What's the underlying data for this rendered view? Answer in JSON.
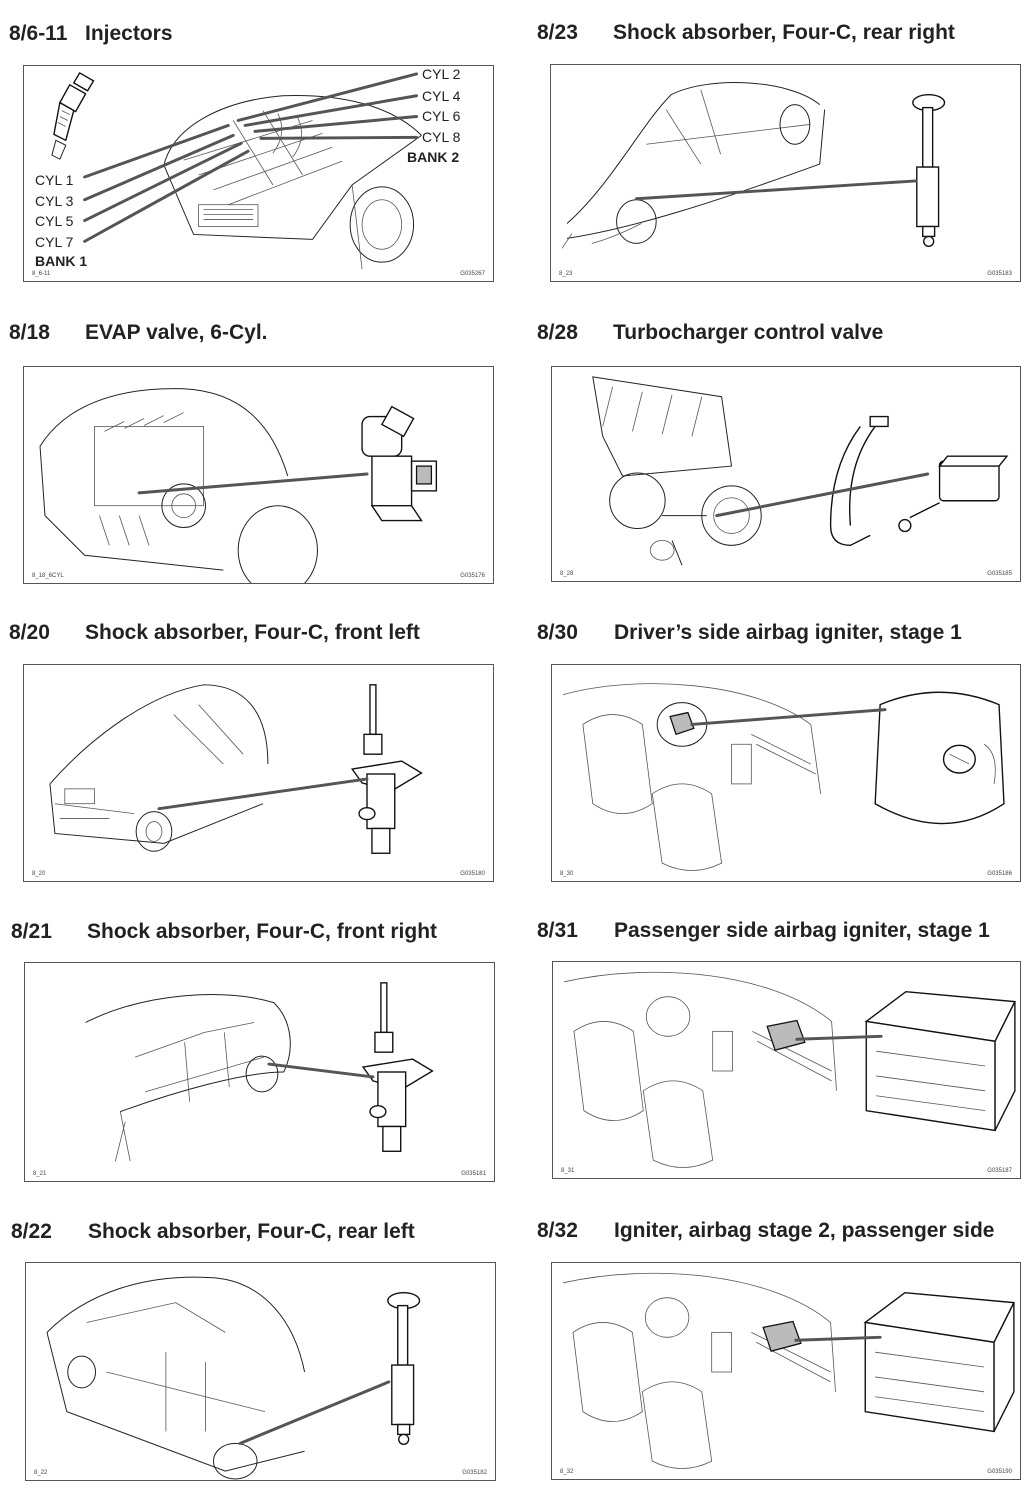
{
  "sections": [
    {
      "code": "8/6-11",
      "title": "Injectors",
      "figure_id": "8_6-11",
      "figure_code": "G035267",
      "callouts_left": [
        "CYL 1",
        "CYL 3",
        "CYL 5",
        "CYL 7"
      ],
      "bank_left": "BANK 1",
      "callouts_right": [
        "CYL 2",
        "CYL 4",
        "CYL 6",
        "CYL 8"
      ],
      "bank_right": "BANK 2"
    },
    {
      "code": "8/23",
      "title": "Shock absorber, Four-C, rear right",
      "figure_id": "8_23",
      "figure_code": "G035183"
    },
    {
      "code": "8/18",
      "title": "EVAP valve, 6-Cyl.",
      "figure_id": "8_18_6CYL",
      "figure_code": "G035176"
    },
    {
      "code": "8/28",
      "title": "Turbocharger control valve",
      "figure_id": "8_28",
      "figure_code": "G035185"
    },
    {
      "code": "8/20",
      "title": "Shock absorber, Four-C, front left",
      "figure_id": "8_20",
      "figure_code": "G035180"
    },
    {
      "code": "8/30",
      "title": "Driver’s side airbag igniter, stage 1",
      "figure_id": "8_30",
      "figure_code": "G035186"
    },
    {
      "code": "8/21",
      "title": "Shock absorber, Four-C, front right",
      "figure_id": "8_21",
      "figure_code": "G035181"
    },
    {
      "code": "8/31",
      "title": "Passenger side airbag igniter, stage 1",
      "figure_id": "8_31",
      "figure_code": "G035187"
    },
    {
      "code": "8/22",
      "title": "Shock absorber, Four-C, rear left",
      "figure_id": "8_22",
      "figure_code": "G035182"
    },
    {
      "code": "8/32",
      "title": "Igniter, airbag stage 2, passenger side",
      "figure_id": "8_32",
      "figure_code": "G035190"
    }
  ],
  "icons": [
    "injector-icon",
    "car-engine-bay-icon",
    "shock-absorber-icon",
    "strut-icon",
    "evap-valve-icon",
    "turbo-manifold-icon",
    "control-valve-icon",
    "airbag-module-icon",
    "car-interior-icon"
  ]
}
